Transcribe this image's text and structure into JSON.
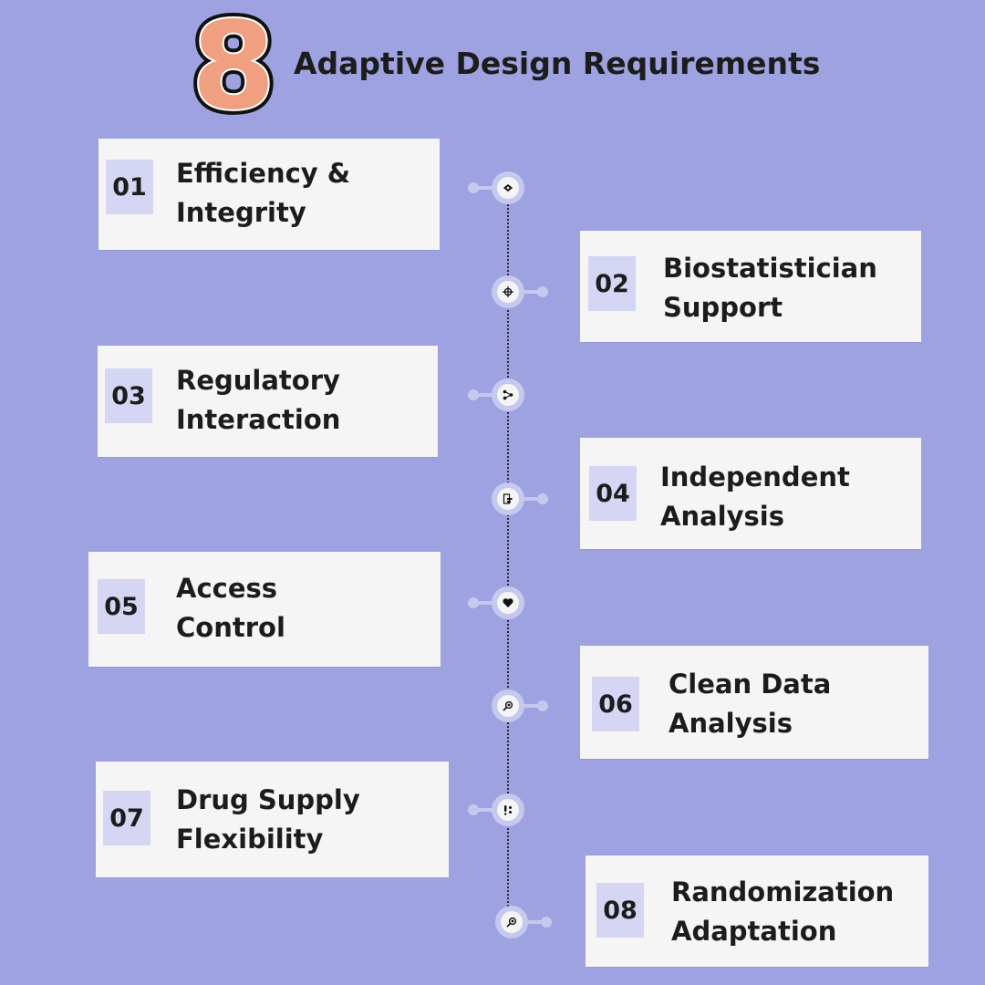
{
  "header": {
    "number": "8",
    "title": "Adaptive Design Requirements"
  },
  "items": [
    {
      "num": "01",
      "line1": "Efficiency &",
      "line2": "Integrity",
      "icon": "pen-nib-icon"
    },
    {
      "num": "02",
      "line1": "Biostatistician",
      "line2": "Support",
      "icon": "crosshair-icon"
    },
    {
      "num": "03",
      "line1": "Regulatory",
      "line2": "Interaction",
      "icon": "network-icon"
    },
    {
      "num": "04",
      "line1": "Independent",
      "line2": "Analysis",
      "icon": "document-chart-icon"
    },
    {
      "num": "05",
      "line1": "Access",
      "line2": "Control",
      "icon": "heart-icon"
    },
    {
      "num": "06",
      "line1": "Clean Data",
      "line2": "Analysis",
      "icon": "magnifier-icon"
    },
    {
      "num": "07",
      "line1": "Drug Supply",
      "line2": "Flexibility",
      "icon": "pills-icon"
    },
    {
      "num": "08",
      "line1": "Randomization",
      "line2": "Adaptation",
      "icon": "magnifier-icon"
    }
  ],
  "colors": {
    "background": "#9ea2e0",
    "accent_number": "#f0a080",
    "card": "#f5f5f5",
    "number_tile": "#d4d6f3",
    "node": "#c6c9ee"
  }
}
